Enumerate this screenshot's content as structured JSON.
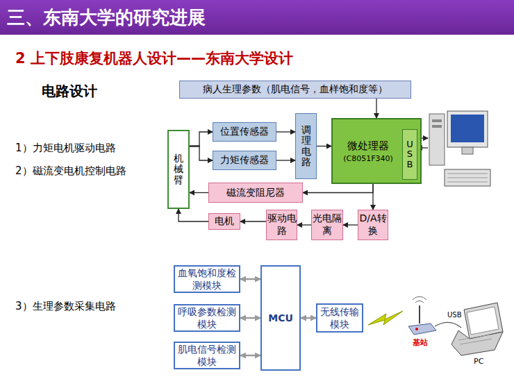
{
  "diagram": {
    "title": "三、东南大学的研究进展",
    "nodes": [
      {
        "text": [
          "病人生理参数（肌电信号，血样饱和度等）"
        ]
      },
      {
        "text": [
          "机械臂"
        ]
      },
      {
        "text": [
          "位置传感器"
        ]
      },
      {
        "text": [
          "力矩传感器"
        ]
      },
      {
        "text": [
          "调理电路"
        ]
      },
      {
        "text": [
          "微处理器",
          "(C8051F340)"
        ]
      },
      {
        "text": [
          "USB"
        ],
        "in": 5
      },
      {
        "text": [
          "磁流变阻尼器"
        ]
      },
      {
        "text": [
          "电机"
        ]
      },
      {
        "text": [
          "驱动电路"
        ]
      },
      {
        "text": [
          "光电隔离"
        ]
      },
      {
        "text": [
          "D/A转换"
        ]
      },
      {
        "text": [
          "血氧饱和度检测模块"
        ]
      },
      {
        "text": [
          "呼吸参数检测模块"
        ]
      },
      {
        "text": [
          "肌电信号检测模块"
        ]
      },
      {
        "text": [
          "MCU"
        ]
      },
      {
        "text": [
          "无线传输模块"
        ]
      }
    ],
    "edges": [
      {
        "from": 0,
        "to": 5,
        "arrow": "to"
      },
      {
        "from": 1,
        "to": 2,
        "arrow": "to"
      },
      {
        "from": 1,
        "to": 3,
        "arrow": "to"
      },
      {
        "from": 2,
        "to": 4,
        "arrow": "to"
      },
      {
        "from": 3,
        "to": 4,
        "arrow": "to"
      },
      {
        "from": 4,
        "to": 5,
        "arrow": "to"
      },
      {
        "from": 5,
        "to": 7,
        "arrow": "to"
      },
      {
        "from": 7,
        "to": 1,
        "arrow": "to"
      },
      {
        "from": 5,
        "to": 11,
        "arrow": "to"
      },
      {
        "from": 11,
        "to": 10,
        "arrow": "to"
      },
      {
        "from": 10,
        "to": 9,
        "arrow": "to"
      },
      {
        "from": 9,
        "to": 8,
        "arrow": "to"
      },
      {
        "from": 8,
        "to": 1,
        "arrow": "to"
      },
      {
        "from": 12,
        "to": 15,
        "arrow": "both"
      },
      {
        "from": 13,
        "to": 15,
        "arrow": "both"
      },
      {
        "from": 14,
        "to": 15,
        "arrow": "both"
      },
      {
        "from": 15,
        "to": 16,
        "arrow": "both"
      }
    ],
    "labels": [
      "2 上下肢康复机器人设计——东南大学设计",
      "电路设计",
      "1）力矩电机驱动电路",
      "2）磁流变电机控制电路",
      "3）生理参数采集电路",
      "基站",
      "USB",
      "PC"
    ]
  }
}
